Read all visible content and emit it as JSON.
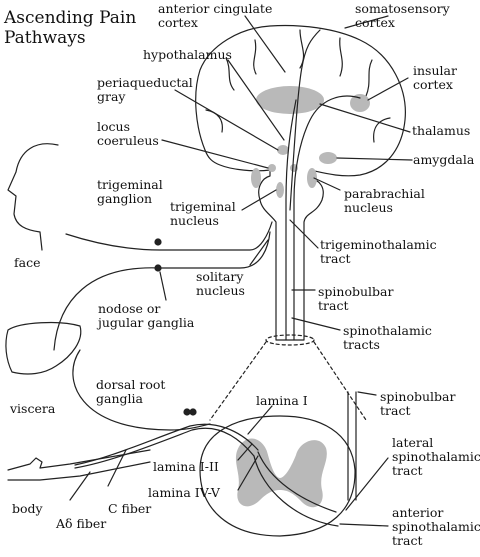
{
  "title": "Ascending Pain\nPathways",
  "labels": {
    "anterior_cingulate": "anterior cingulate\ncortex",
    "somatosensory": "somatosensory\ncortex",
    "hypothalamus": "hypothalamus",
    "insular": "insular\ncortex",
    "periaqueductal": "periaqueductal\ngray",
    "locus": "locus\ncoeruleus",
    "thalamus": "thalamus",
    "amygdala": "amygdala",
    "trigeminal_ganglion": "trigeminal\nganglion",
    "parabrachial": "parabrachial\nnucleus",
    "trigeminal_nucleus": "trigeminal\nnucleus",
    "trigeminothalamic": "trigeminothalamic\ntract",
    "face": "face",
    "solitary": "solitary\nnucleus",
    "spinobulbar_upper": "spinobulbar\ntract",
    "nodose": "nodose or\njugular ganglia",
    "spinothalamic_tracts": "spinothalamic\ntracts",
    "viscera": "viscera",
    "dorsal_root": "dorsal root\nganglia",
    "lamina_i": "lamina I",
    "spinobulbar_lower": "spinobulbar\ntract",
    "lateral_spinothalamic": "lateral\nspinothalamic\ntract",
    "lamina_i_ii": "lamina I-II",
    "lamina_iv_v": "lamina IV-V",
    "body": "body",
    "a_delta": "Aδ fiber",
    "c_fiber": "C fiber",
    "anterior_spinothalamic": "anterior\nspinothalamic\ntract"
  }
}
